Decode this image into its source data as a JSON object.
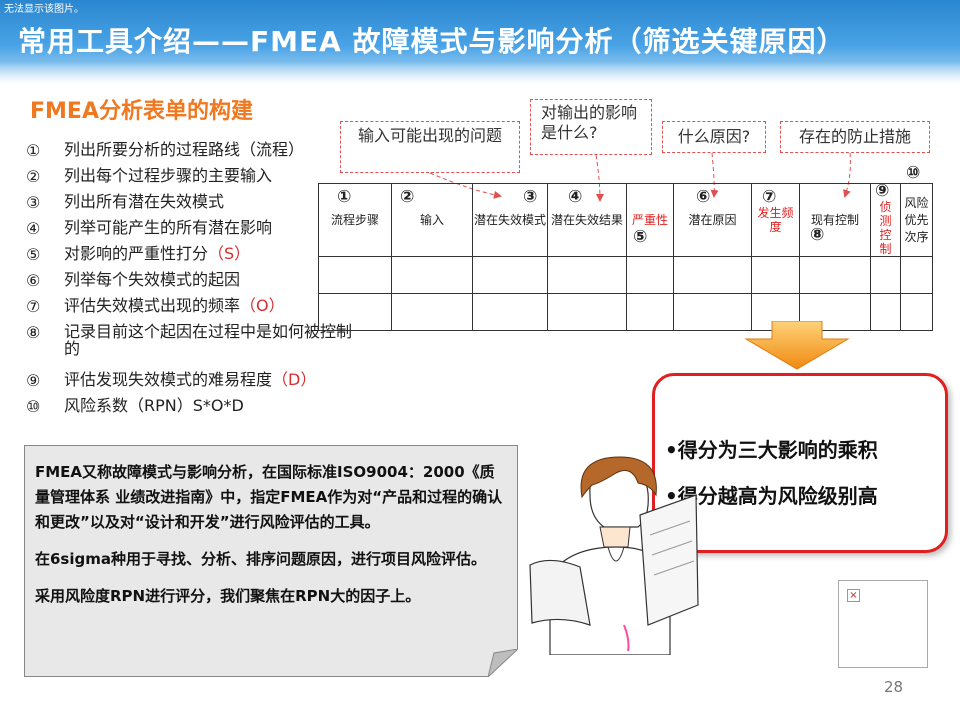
{
  "error_note": "无法显示该图片。",
  "title": "常用工具介绍——FMEA 故障模式与影响分析（筛选关键原因）",
  "subtitle": "FMEA分析表单的构建",
  "steps": [
    {
      "num": "①",
      "text": "列出所要分析的过程路线（流程）",
      "code": ""
    },
    {
      "num": "②",
      "text": "列出每个过程步骤的主要输入",
      "code": ""
    },
    {
      "num": "③",
      "text": "列出所有潜在失效模式",
      "code": ""
    },
    {
      "num": "④",
      "text": "列举可能产生的所有潜在影响",
      "code": ""
    },
    {
      "num": "⑤",
      "text": "对影响的严重性打分",
      "code": "（S）"
    },
    {
      "num": "⑥",
      "text": "列举每个失效模式的起因",
      "code": ""
    },
    {
      "num": "⑦",
      "text": "评估失效模式出现的频率",
      "code": "（O）"
    },
    {
      "num": "⑧",
      "text": "记录目前这个起因在过程中是如何被控制的",
      "code": ""
    },
    {
      "num": "⑨",
      "text": "评估发现失效模式的难易程度",
      "code": "（D）"
    },
    {
      "num": "⑩",
      "text": "风险系数（RPN）S*O*D",
      "code": ""
    }
  ],
  "callouts": {
    "input": "输入可能出现的问题",
    "output": "对输出的影响是什么?",
    "cause": "什么原因?",
    "prevention": "存在的防止措施"
  },
  "table": {
    "columns": [
      {
        "num": "①",
        "label": "流程步骤",
        "red": false
      },
      {
        "num": "②",
        "label": "输入",
        "red": false
      },
      {
        "num": "③",
        "label": "潜在失效模式",
        "red": false
      },
      {
        "num": "④",
        "label": "潜在失效结果",
        "red": false
      },
      {
        "num": "⑤",
        "label": "严重性",
        "red": true
      },
      {
        "num": "⑥",
        "label": "潜在原因",
        "red": false
      },
      {
        "num": "⑦",
        "label": "发生频度",
        "red": true
      },
      {
        "num": "⑧",
        "label": "现有控制",
        "red": false
      },
      {
        "num": "⑨",
        "label": "侦测控制",
        "red": true
      },
      {
        "num": "⑩",
        "label": "风险优先次序",
        "red": false
      }
    ],
    "empty_rows": 2
  },
  "result": {
    "line1": "•得分为三大影响的乘积",
    "line2": "•得分越高为风险级别高"
  },
  "note": {
    "para1": "FMEA又称故障模式与影响分析，在国际标准ISO9004：2000《质量管理体系 业绩改进指南》中，指定FMEA作为对“产品和过程的确认和更改”以及对“设计和开发”进行风险评估的工具。",
    "para2": "在6sigma种用于寻找、分析、排序问题原因，进行项目风险评估。",
    "para3": "采用风险度RPN进行评分，我们聚焦在RPN大的因子上。"
  },
  "page_number": "28",
  "icons": [
    "down-arrow-icon",
    "broken-image-icon",
    "woman-with-blueprint-illustration"
  ]
}
